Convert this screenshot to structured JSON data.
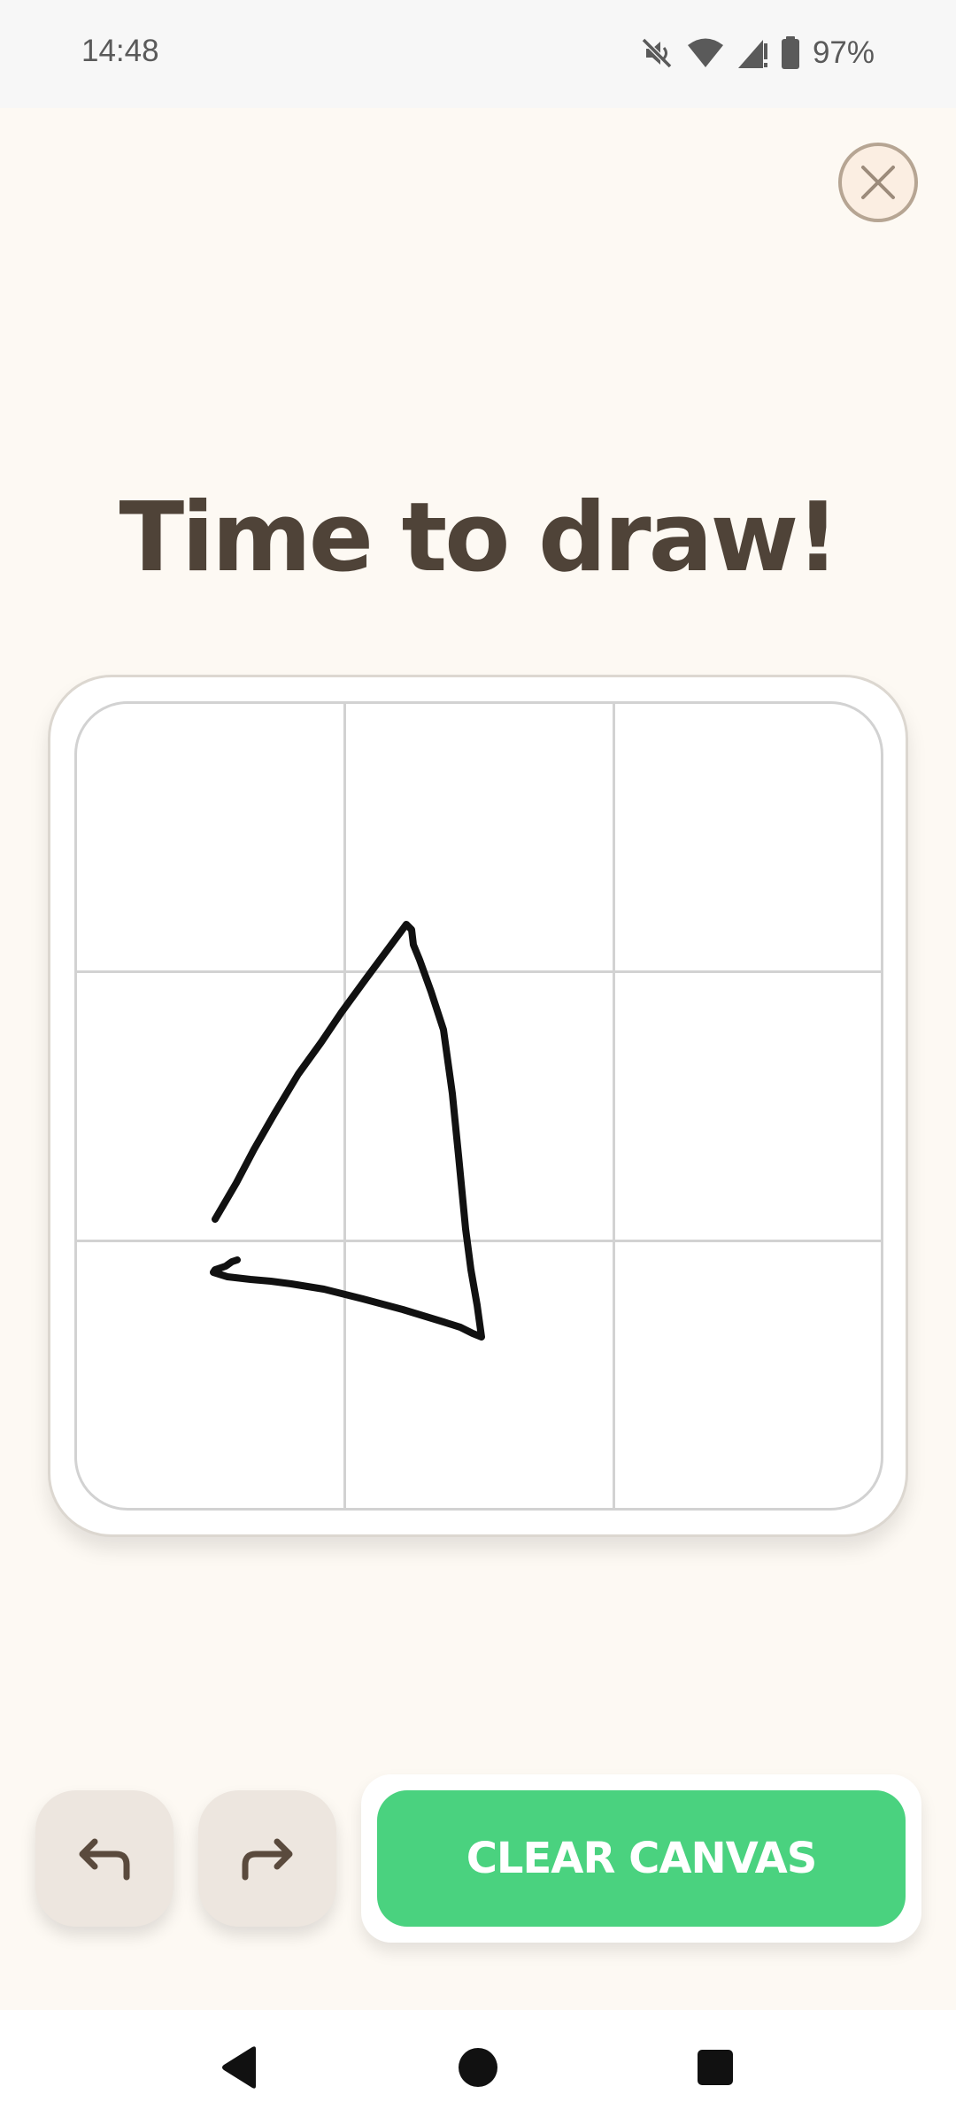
{
  "status_bar": {
    "time": "14:48",
    "battery_percent": "97%",
    "icons": [
      "mute-icon",
      "wifi-icon",
      "signal-icon",
      "battery-icon"
    ]
  },
  "header": {
    "close_icon": "close-icon"
  },
  "title": "Time to draw!",
  "canvas": {
    "grid": "3x3",
    "drawing": "triangle-stroke"
  },
  "controls": {
    "undo_icon": "undo-icon",
    "redo_icon": "redo-icon",
    "clear_label": "CLEAR CANVAS"
  },
  "nav_bar": {
    "icons": [
      "back-icon",
      "home-icon",
      "recents-icon"
    ]
  },
  "colors": {
    "background": "#fdf9f3",
    "title": "#4f4338",
    "accent_green": "#4ad27f",
    "button_beige": "#ede6df"
  }
}
